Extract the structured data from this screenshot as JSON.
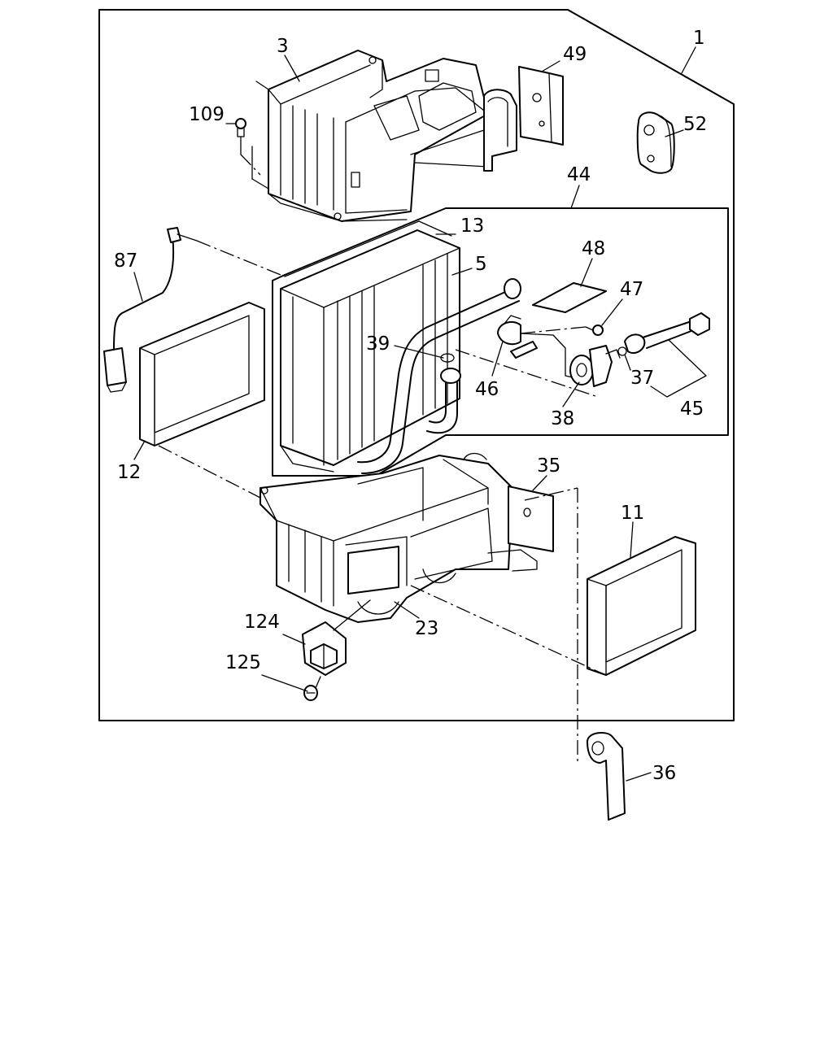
{
  "labels": {
    "p1": "1",
    "p3": "3",
    "p5": "5",
    "p11": "11",
    "p12": "12",
    "p13": "13",
    "p23": "23",
    "p35": "35",
    "p36": "36",
    "p37": "37",
    "p38": "38",
    "p39": "39",
    "p44": "44",
    "p45": "45",
    "p46": "46",
    "p47": "47",
    "p48": "48",
    "p49": "49",
    "p52": "52",
    "p87": "87",
    "p109": "109",
    "p124": "124",
    "p125": "125"
  }
}
